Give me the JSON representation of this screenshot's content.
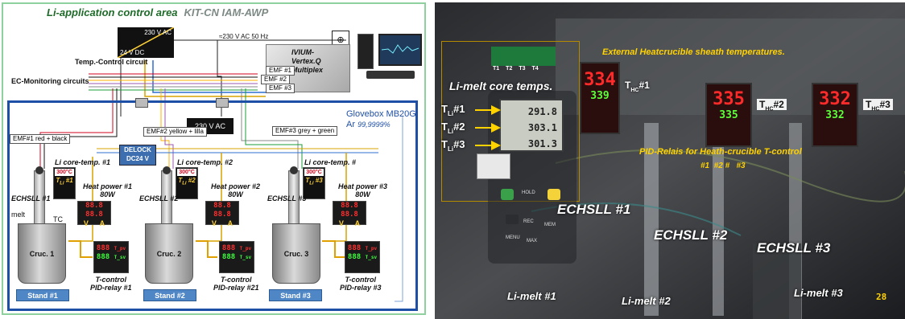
{
  "schematic": {
    "title": "Li-application control area",
    "institute": "KIT-CN IAM-AWP",
    "power_230": "230 V AC",
    "power_24": "24 V DC",
    "mains": "≈230 V AC 50 Hz",
    "temp_control": "Temp.-Control circuit",
    "ec_monitoring": "EC-Monitoring circuits",
    "ivium": "IVIUM-\nVertex.Q\nMultiplex",
    "emf_boxes": [
      "EMF #1",
      "EMF #2",
      "EMF #3"
    ],
    "glovebox": "Glovebox MB20G,",
    "glovebox_ar": "Ar",
    "glovebox_purity": "99,9999%",
    "inner_230": "230 V AC",
    "emf_wire_1": "EMF#1 red + black",
    "emf_wire_2": "EMF#2 yellow + lilla",
    "emf_wire_3": "EMF#3 grey + green",
    "delock": "DELOCK\nDC24 V",
    "core_labels": [
      "Li core-temp. #1",
      "Li core-temp. #2",
      "Li core-temp. #"
    ],
    "core_displays": [
      {
        "temp": "300°C",
        "tl": "T",
        "sub": "Li",
        "num": "#1"
      },
      {
        "temp": "300°C",
        "tl": "T",
        "sub": "Li",
        "num": "#2"
      },
      {
        "temp": "300°C",
        "tl": "T",
        "sub": "Li",
        "num": "#3"
      }
    ],
    "echsll": [
      "ECHSLL #1",
      "ECHSLL #2",
      "ECHSLL #3"
    ],
    "heat_power": [
      "Heat power #1\n80W",
      "Heat power #2\n80W",
      "Heat power #3\n80W"
    ],
    "meter_va": [
      "V",
      "A"
    ],
    "melt": "melt",
    "tc": "TC",
    "crucibles": [
      "Cruc. 1",
      "Cruc. 2",
      "Cruc. 3"
    ],
    "stands": [
      "Stand #1",
      "Stand #2",
      "Stand #3"
    ],
    "pid_labels": [
      "T-control\nPID-relay #1",
      "T-control\nPID-relay #21",
      "T-control\nPID-relay #3"
    ],
    "pid_codes": [
      "T_pv",
      "T_sv"
    ]
  },
  "photo": {
    "core_temps_title": "Li-melt core temps.",
    "core_readings": [
      {
        "t": "T",
        "sub": "Li",
        "num": "#1",
        "val": "291.8"
      },
      {
        "t": "T",
        "sub": "Li",
        "num": "#2",
        "val": "303.1"
      },
      {
        "t": "T",
        "sub": "Li",
        "num": "#3",
        "val": "301.3"
      }
    ],
    "channel_tags": [
      "T1",
      "T2",
      "T3",
      "T4"
    ],
    "heatcrucible_title": "External Heatcrucible sheath temperatures.",
    "hc_displays": [
      {
        "pv": "334",
        "sv": "339",
        "t": "T",
        "sub": "HC",
        "num": "#1"
      },
      {
        "pv": "335",
        "sv": "335",
        "t": "T",
        "sub": "HC",
        "num": "#2"
      },
      {
        "pv": "332",
        "sv": "332",
        "t": "T",
        "sub": "HC",
        "num": "#3"
      }
    ],
    "pid_title": "PID-Relais for Heath-crucible T-control",
    "pid_numbers": "#1  #2 #   #3",
    "meter_buttons": [
      "HOLD",
      "REC",
      "MEM",
      "MENU",
      "MAX"
    ],
    "echsll_labels": [
      "ECHSLL #1",
      "ECHSLL #2",
      "ECHSLL #3"
    ],
    "melt_labels": [
      "Li-melt #1",
      "Li-melt #2",
      "Li-melt #3"
    ],
    "corner_number": "28"
  },
  "colors": {
    "outer_frame": "#8fd19e",
    "glovebox": "#1e4fa6",
    "stand": "#4f86c6",
    "label_yellow": "#ffd200",
    "red_display": "#ff2b2b",
    "green_display": "#5cff3a"
  }
}
